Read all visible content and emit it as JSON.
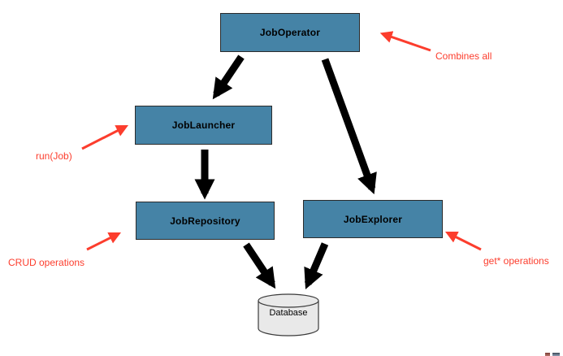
{
  "diagram": {
    "nodes": [
      {
        "id": "job-operator",
        "label": "JobOperator"
      },
      {
        "id": "job-launcher",
        "label": "JobLauncher"
      },
      {
        "id": "job-repository",
        "label": "JobRepository"
      },
      {
        "id": "job-explorer",
        "label": "JobExplorer"
      },
      {
        "id": "database",
        "label": "Database",
        "shape": "cylinder"
      }
    ],
    "edges": [
      {
        "from": "JobOperator",
        "to": "JobLauncher"
      },
      {
        "from": "JobOperator",
        "to": "JobExplorer"
      },
      {
        "from": "JobLauncher",
        "to": "JobRepository"
      },
      {
        "from": "JobRepository",
        "to": "Database"
      },
      {
        "from": "JobExplorer",
        "to": "Database"
      }
    ],
    "annotations": [
      {
        "label": "Combines all",
        "target": "JobOperator"
      },
      {
        "label": "run(Job)",
        "target": "JobLauncher"
      },
      {
        "label": "CRUD operations",
        "target": "JobRepository"
      },
      {
        "label": "get* operations",
        "target": "JobExplorer"
      }
    ],
    "colors": {
      "node_fill": "#4583a6",
      "node_border": "#2b2b2b",
      "edge_arrow": "#000000",
      "annotation_red": "#fc3d2d",
      "cylinder_fill": "#e9e9e9"
    }
  }
}
